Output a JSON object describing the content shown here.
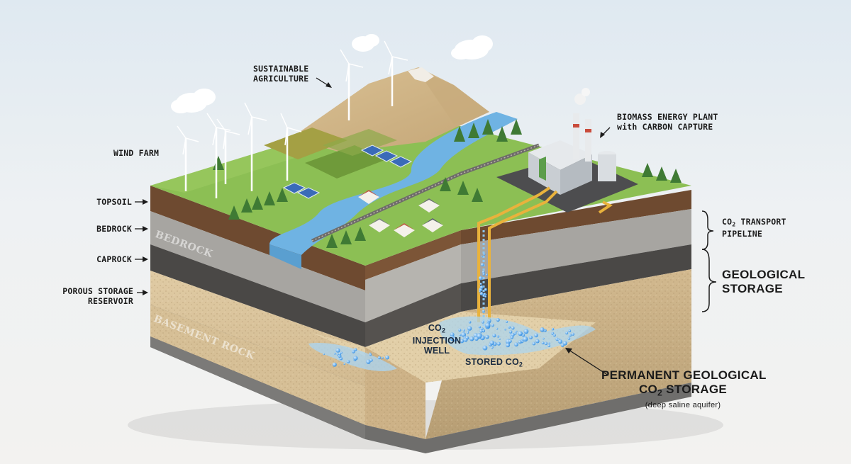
{
  "labels": {
    "sustainable_agriculture": "SUSTAINABLE\nAGRICULTURE",
    "wind_farm": "WIND FARM",
    "topsoil": "TOPSOIL",
    "bedrock": "BEDROCK",
    "caprock": "CAPROCK",
    "porous_storage": "POROUS STORAGE\nRESERVOIR",
    "biomass_line1": "BIOMASS ENERGY PLANT",
    "biomass_line2": "with CARBON CAPTURE",
    "co2_transport_prefix": "CO",
    "co2_transport_sub": "2",
    "co2_transport_suffix": " TRANSPORT",
    "pipeline": "PIPELINE",
    "geological_storage_1": "GEOLOGICAL",
    "geological_storage_2": "STORAGE",
    "injection_prefix": "CO",
    "injection_sub": "2",
    "injection_line2": "INJECTION",
    "injection_line3": "WELL",
    "stored_prefix": "STORED CO",
    "stored_sub": "2",
    "permanent_line1": "PERMANENT GEOLOGICAL",
    "permanent_prefix": "CO",
    "permanent_sub": "2",
    "permanent_suffix": " STORAGE",
    "permanent_note": "(deep saline aquifer)"
  },
  "layer_tags": {
    "bedrock": "BEDROCK",
    "basement_rock": "BASEMENT ROCK"
  },
  "colors": {
    "grass": "#8cbf54",
    "topsoil": "#6e4a30",
    "bedrock": "#a7a5a1",
    "caprock": "#4a4846",
    "sand": "#d8c29a",
    "basement": "#7b7a78",
    "water": "#6fb3e3",
    "pipe": "#e9b23c",
    "co2": "#4aa3ea"
  }
}
